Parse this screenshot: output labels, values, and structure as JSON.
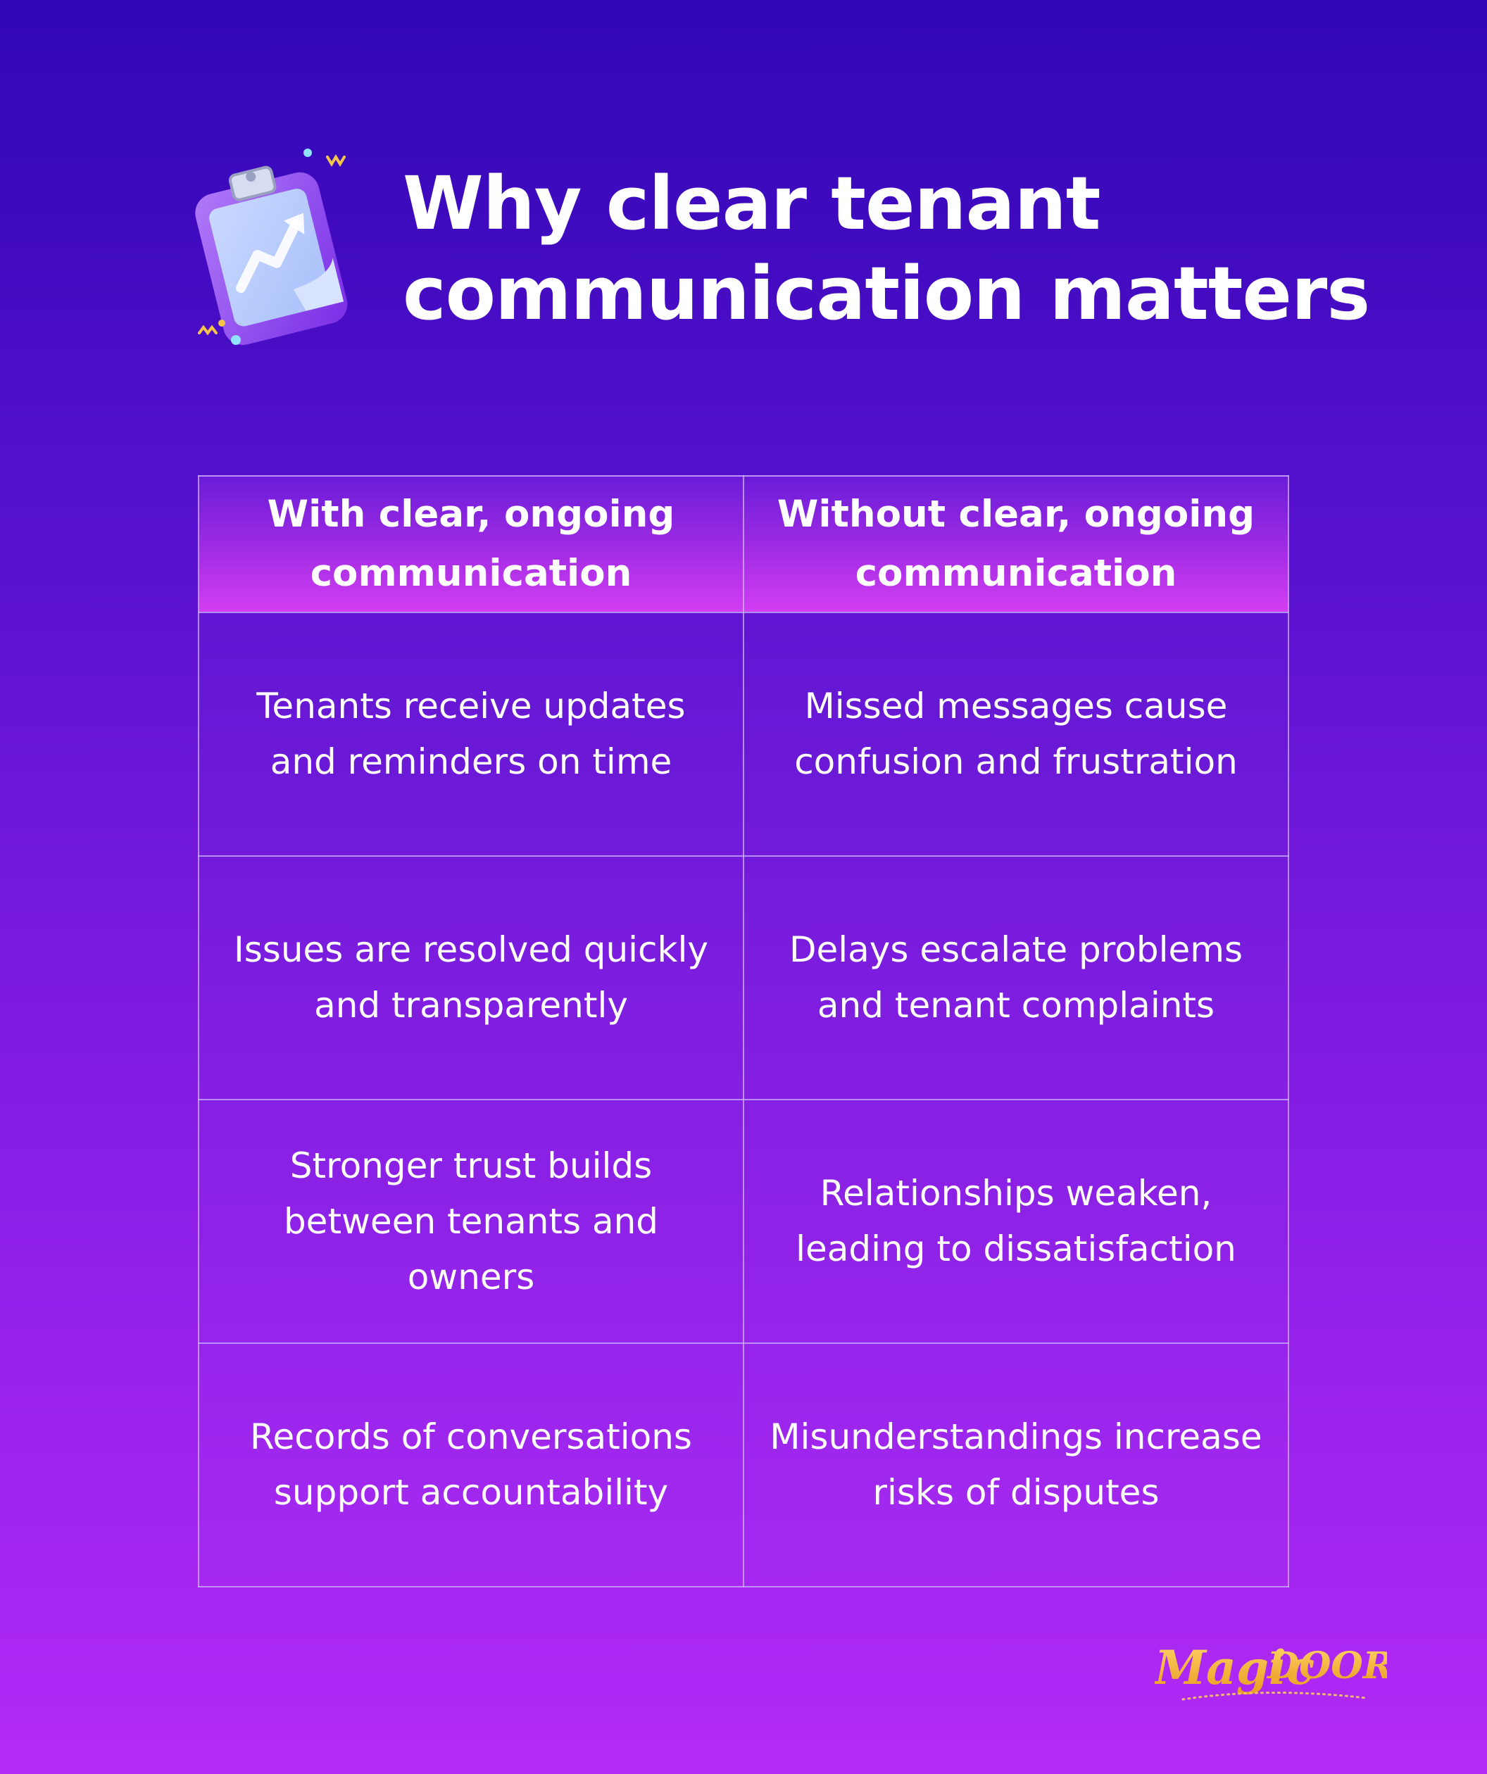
{
  "header": {
    "title": "Why clear tenant\ncommunication matters",
    "icon": "clipboard-growth-chart-icon"
  },
  "comparison": {
    "headers": [
      "With clear, ongoing communication",
      "Without clear, ongoing communication"
    ],
    "rows": [
      {
        "with": "Tenants receive updates and reminders on time",
        "without": "Missed messages cause confusion and frustration"
      },
      {
        "with": "Issues are resolved quickly and transparently",
        "without": "Delays escalate problems and tenant complaints"
      },
      {
        "with": "Stronger trust builds between tenants and owners",
        "without": "Relationships weaken, leading to dissatisfaction"
      },
      {
        "with": "Records of conversations support accountability",
        "without": "Misunderstandings increase risks of disputes"
      }
    ]
  },
  "brand": {
    "logo_text_1": "Magic",
    "logo_text_2": "DOOR",
    "logo_color": "#f5b83a"
  }
}
